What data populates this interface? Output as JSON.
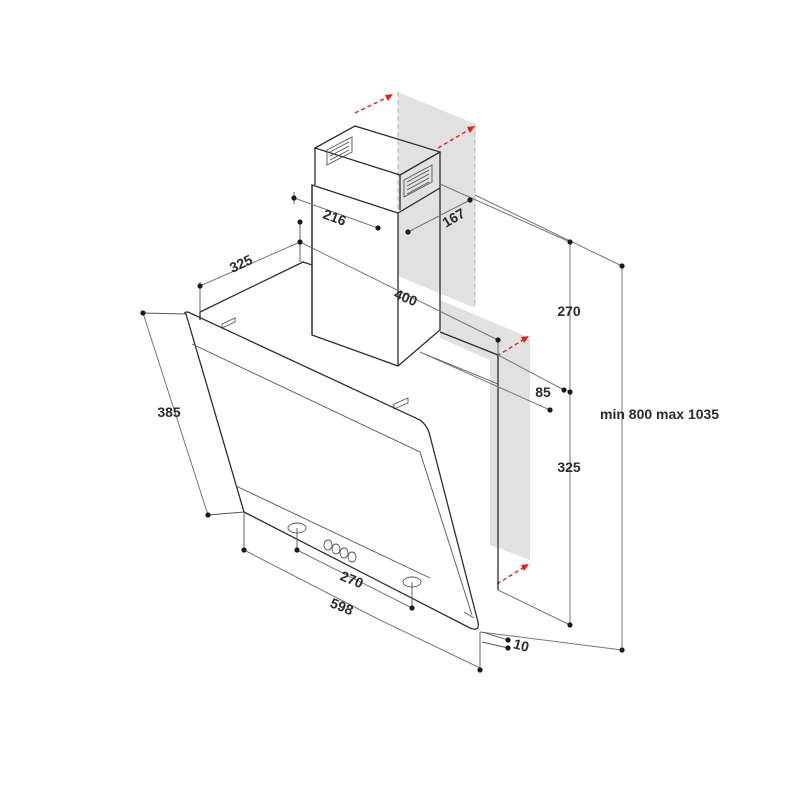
{
  "colors": {
    "wall_fill": "#dcdcdc",
    "arrow_color": "#e0221b",
    "line_color": "#2e2e2e"
  },
  "dimensions": {
    "chimney_width": "216",
    "chimney_depth": "167",
    "body_depth": "325",
    "chimney_offset": "400",
    "wall_gap": "85",
    "upper_height": "270",
    "lower_height": "325",
    "total_height": "min 800 max 1035",
    "panel_height": "385",
    "control_spacing": "270",
    "total_width": "598",
    "glass_thickness": "10"
  }
}
